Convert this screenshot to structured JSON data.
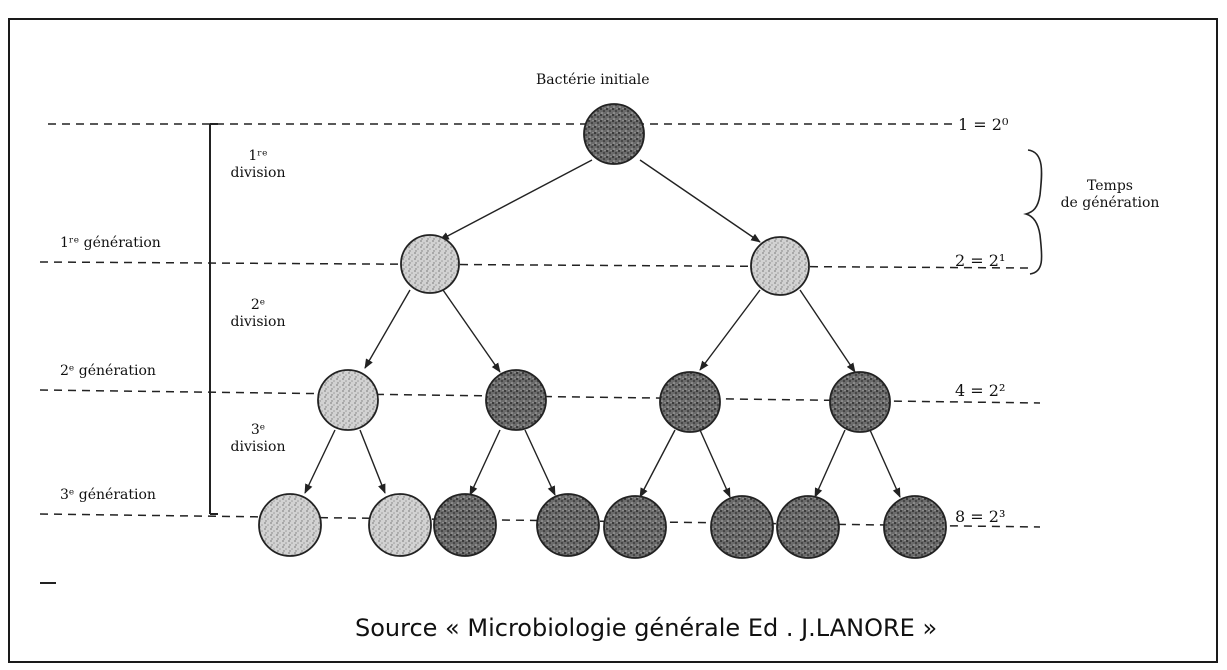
{
  "diagram": {
    "top_label": "Bactérie initiale",
    "generations": [
      {
        "label": "1ʳᵉ génération"
      },
      {
        "label": "2ᵉ génération"
      },
      {
        "label": "3ᵉ génération"
      }
    ],
    "divisions": [
      {
        "line1": "1ʳᵉ",
        "line2": "division"
      },
      {
        "line1": "2ᵉ",
        "line2": "division"
      },
      {
        "line1": "3ᵉ",
        "line2": "division"
      }
    ],
    "counts": [
      "1 = 2⁰",
      "2 = 2¹",
      "4 = 2²",
      "8 = 2³"
    ],
    "generation_time": {
      "line1": "Temps",
      "line2": "de génération"
    }
  },
  "source": "Source « Microbiologie générale Ed . J.LANORE »",
  "colors": {
    "light_cell": "#c9c9c9",
    "dark_cell": "#6e6e6e",
    "line": "#222222"
  }
}
